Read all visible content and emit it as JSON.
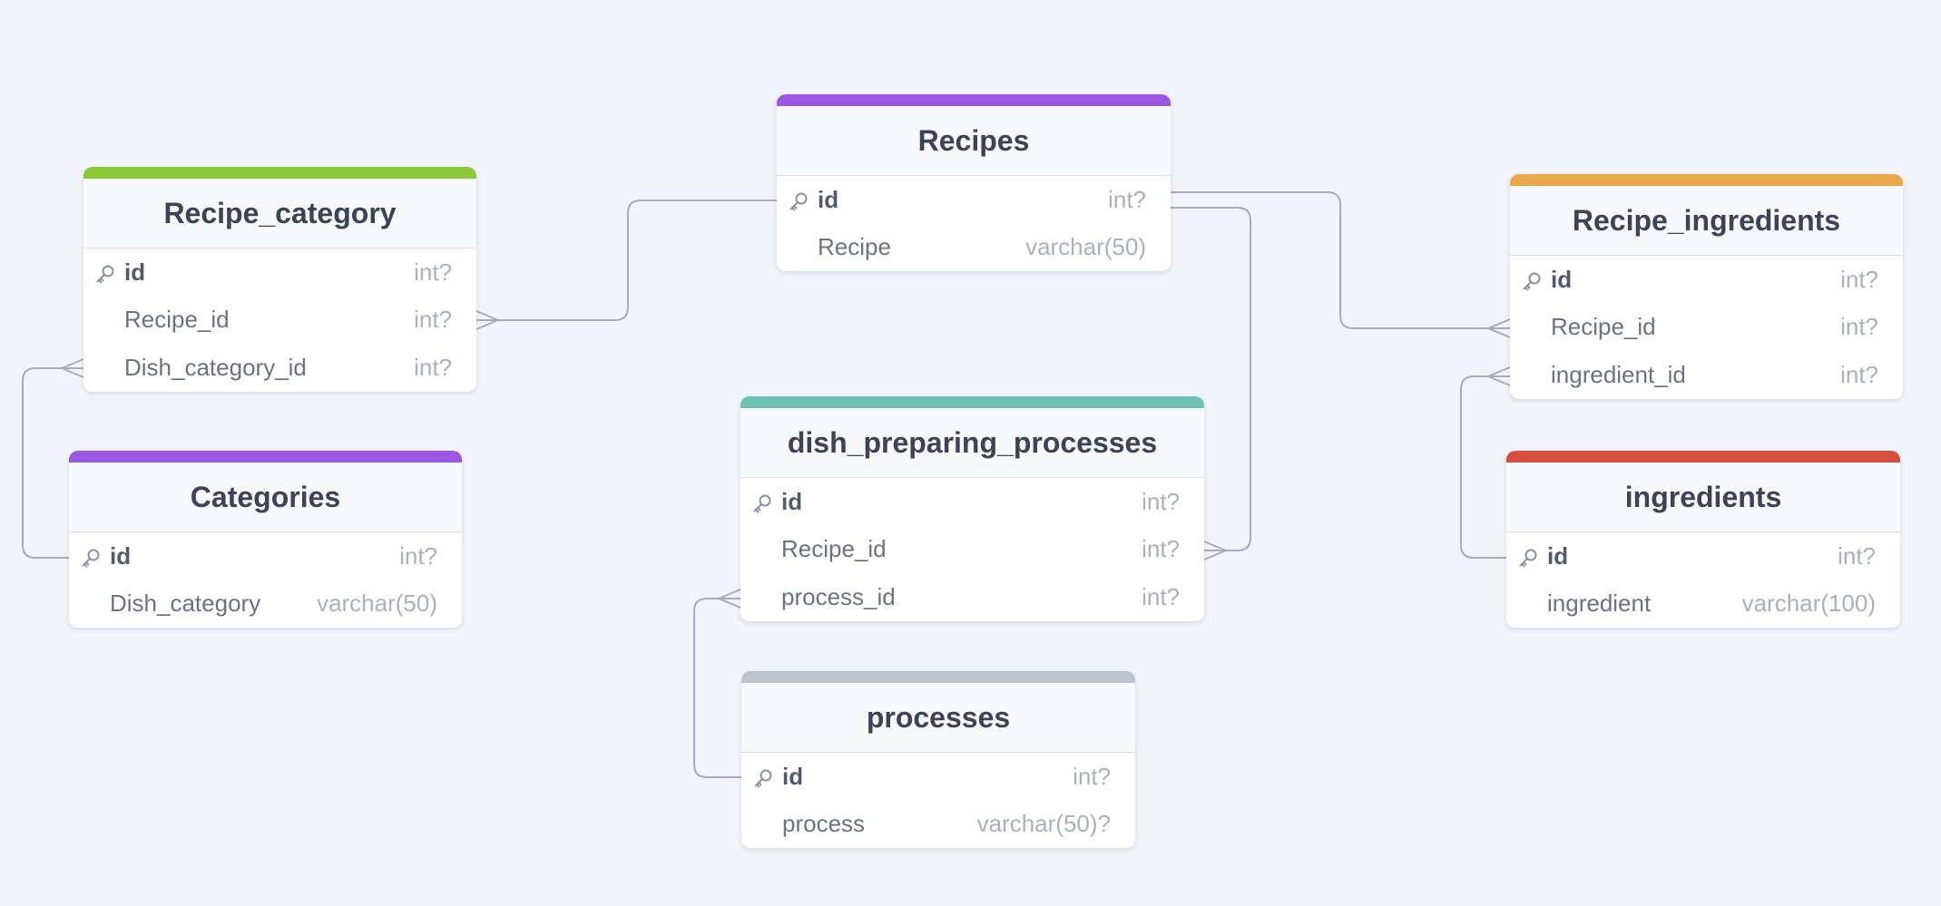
{
  "tables": {
    "recipe_category": {
      "name": "Recipe_category",
      "color": "#8bc93a",
      "fields": [
        {
          "name": "id",
          "type": "int?",
          "pk": true
        },
        {
          "name": "Recipe_id",
          "type": "int?",
          "pk": false
        },
        {
          "name": "Dish_category_id",
          "type": "int?",
          "pk": false
        }
      ]
    },
    "categories": {
      "name": "Categories",
      "color": "#9a59e0",
      "fields": [
        {
          "name": "id",
          "type": "int?",
          "pk": true
        },
        {
          "name": "Dish_category",
          "type": "varchar(50)",
          "pk": false
        }
      ]
    },
    "recipes": {
      "name": "Recipes",
      "color": "#9a59e0",
      "fields": [
        {
          "name": "id",
          "type": "int?",
          "pk": true
        },
        {
          "name": "Recipe",
          "type": "varchar(50)",
          "pk": false
        }
      ]
    },
    "dish_preparing_processes": {
      "name": "dish_preparing_processes",
      "color": "#6ec2b4",
      "fields": [
        {
          "name": "id",
          "type": "int?",
          "pk": true
        },
        {
          "name": "Recipe_id",
          "type": "int?",
          "pk": false
        },
        {
          "name": "process_id",
          "type": "int?",
          "pk": false
        }
      ]
    },
    "processes": {
      "name": "processes",
      "color": "#bdc3cd",
      "fields": [
        {
          "name": "id",
          "type": "int?",
          "pk": true
        },
        {
          "name": "process",
          "type": "varchar(50)?",
          "pk": false
        }
      ]
    },
    "recipe_ingredients": {
      "name": "Recipe_ingredients",
      "color": "#eaa64a",
      "fields": [
        {
          "name": "id",
          "type": "int?",
          "pk": true
        },
        {
          "name": "Recipe_id",
          "type": "int?",
          "pk": false
        },
        {
          "name": "ingredient_id",
          "type": "int?",
          "pk": false
        }
      ]
    },
    "ingredients": {
      "name": "ingredients",
      "color": "#d64e3c",
      "fields": [
        {
          "name": "id",
          "type": "int?",
          "pk": true
        },
        {
          "name": "ingredient",
          "type": "varchar(100)",
          "pk": false
        }
      ]
    }
  },
  "relationships": [
    {
      "from": "Recipes.id",
      "to": "Recipe_category.Recipe_id",
      "cardinality": "one-to-many"
    },
    {
      "from": "Categories.id",
      "to": "Recipe_category.Dish_category_id",
      "cardinality": "one-to-many"
    },
    {
      "from": "Recipes.id",
      "to": "Recipe_ingredients.Recipe_id",
      "cardinality": "one-to-many"
    },
    {
      "from": "Recipes.id",
      "to": "dish_preparing_processes.Recipe_id",
      "cardinality": "one-to-many"
    },
    {
      "from": "ingredients.id",
      "to": "Recipe_ingredients.ingredient_id",
      "cardinality": "one-to-many"
    },
    {
      "from": "processes.id",
      "to": "dish_preparing_processes.process_id",
      "cardinality": "one-to-many"
    }
  ]
}
